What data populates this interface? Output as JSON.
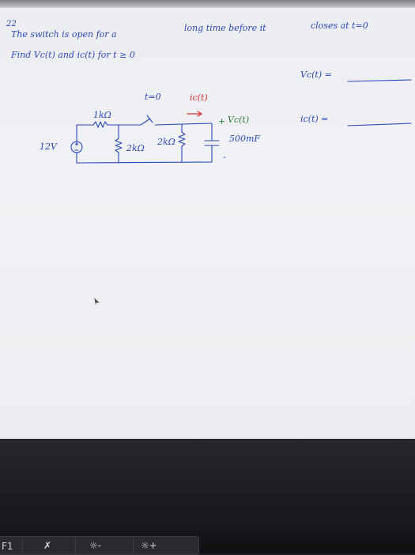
{
  "problem": {
    "number": "22",
    "statement_line1_a": "The switch is open for a",
    "statement_line1_b": "long time before it",
    "statement_line1_c": "closes at t=0",
    "statement_line2": "Find Vc(t) and ic(t) for t ≥ 0"
  },
  "answers": {
    "vc_label": "Vc(t) =",
    "ic_label": "ic(t) ="
  },
  "circuit": {
    "switch_time": "t=0",
    "current_label": "ic(t)",
    "source": "12V",
    "r_series": "1kΩ",
    "r_shunt1": "2kΩ",
    "r_shunt2": "2kΩ",
    "cap_voltage": "Vc(t)",
    "cap_plus": "+",
    "cap_minus": "-",
    "capacitance": "500mF"
  },
  "keyboard": {
    "key1": "F1",
    "key2": "✗",
    "key3": "☼-",
    "key4": "☼+"
  },
  "colors": {
    "ink_blue": "#2b48b8",
    "ink_green": "#2e7a3a",
    "ink_red": "#d4302a",
    "screen": "#eeeff2",
    "bezel": "#1d1e22"
  }
}
